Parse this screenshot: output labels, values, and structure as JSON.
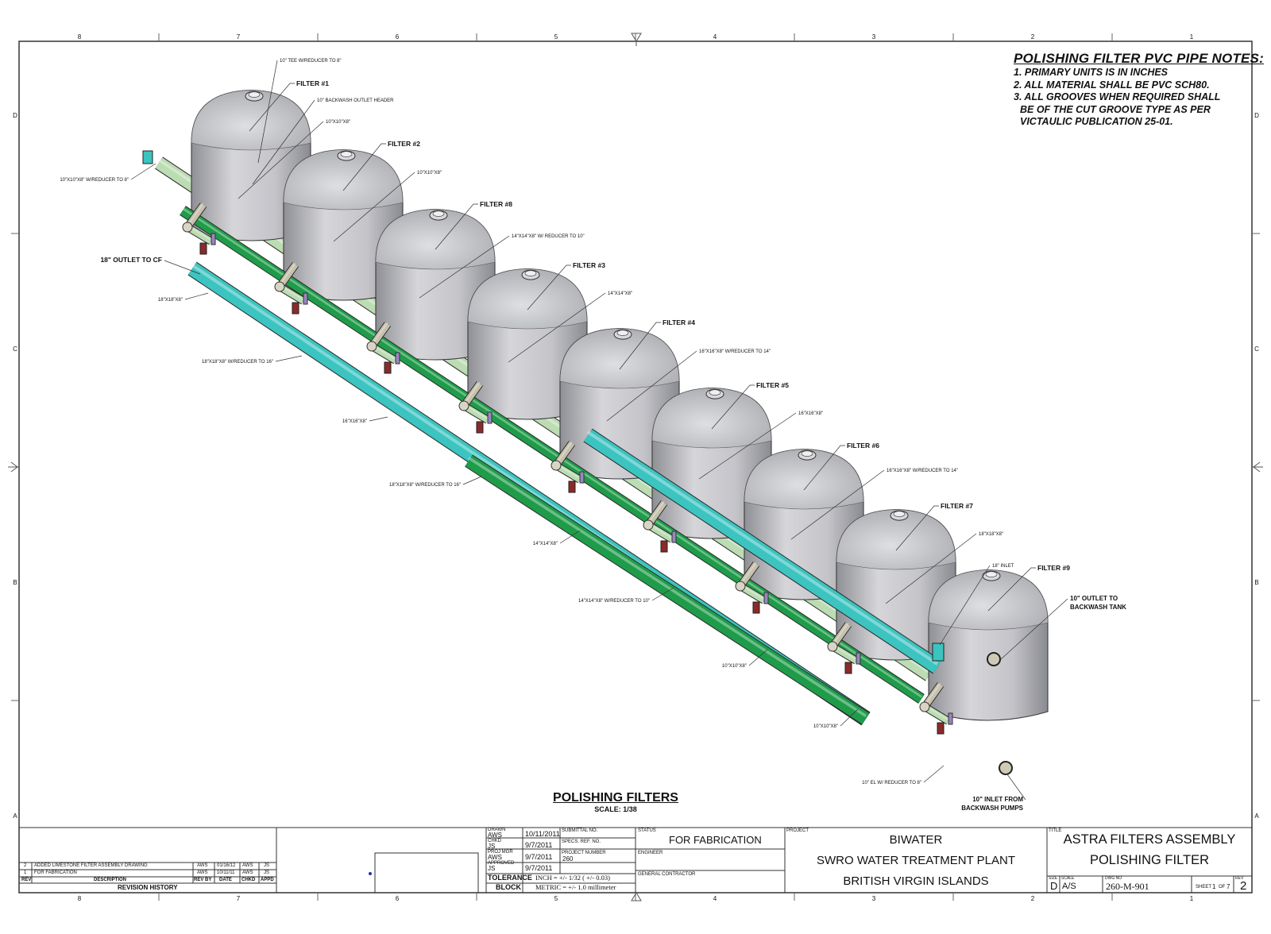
{
  "notes": {
    "heading": "POLISHING FILTER PVC PIPE NOTES:",
    "lines": [
      "1. PRIMARY UNITS IS IN INCHES",
      "2. ALL MATERIAL SHALL BE PVC SCH80.",
      "3. ALL GROOVES WHEN REQUIRED SHALL",
      "BE OF THE CUT GROOVE TYPE AS PER",
      "VICTAULIC PUBLICATION 25-01."
    ]
  },
  "view_title": {
    "title": "POLISHING FILTERS",
    "scale": "SCALE: 1/38"
  },
  "border": {
    "columns": [
      "8",
      "7",
      "6",
      "5",
      "4",
      "3",
      "2",
      "1"
    ],
    "rows": [
      "D",
      "C",
      "B",
      "A"
    ]
  },
  "filters": [
    "FILTER #1",
    "FILTER #2",
    "FILTER #8",
    "FILTER #3",
    "FILTER #4",
    "FILTER #5",
    "FILTER #6",
    "FILTER #7",
    "FILTER #9"
  ],
  "callouts": [
    "10\" TEE W/REDUCER TO 8\"",
    "10\" BACKWASH OUTLET HEADER",
    "10\"X10\"X8\"",
    "10\"X10\"X8\" W/REDUCER TO 8\"",
    "10\"X10\"X8\"",
    "18\" OUTLET TO CF",
    "14\"X14\"X8\" W/ REDUCER TO 10\"",
    "18\"X18\"X8\"",
    "14\"X14\"X8\"",
    "18\"X18\"X8\" W/REDUCER TO 16\"",
    "16\"X16\"X8\" W/REDUCER TO 14\"",
    "16\"X16\"X8\"",
    "16\"X16\"X8\"",
    "18\"X18\"X8\" W/REDUCER TO 16\"",
    "16\"X16\"X8\" W/REDUCER TO 14\"",
    "18\"X18\"X8\"",
    "14\"X14\"X8\"",
    "18\" INLET",
    "10\" OUTLET TO",
    "BACKWASH TANK",
    "14\"X14\"X8\" W/REDUCER TO 10\"",
    "10\"X10\"X8\"",
    "10\"X10\"X8\"",
    "10\" EL W/ REDUCER TO 8\"",
    "10\" INLET FROM",
    "BACKWASH PUMPS"
  ],
  "revisions": {
    "rows": [
      {
        "rev": "2",
        "description": "ADDED LIMESTONE FILTER ASSEMBLY DRAWING",
        "by": "AWS",
        "date": "01/16/12",
        "chkd": "AWS",
        "appd": "JS"
      },
      {
        "rev": "1",
        "description": "FOR FABRICATION",
        "by": "AWS",
        "date": "10/11/11",
        "chkd": "AWS",
        "appd": "JS"
      }
    ],
    "headers": [
      "REV",
      "DESCRIPTION",
      "REV BY",
      "DATE",
      "CHKD",
      "APPD"
    ],
    "title": "REVISION HISTORY"
  },
  "signoff": {
    "drawn_label": "DRAWN",
    "drawn": "AWS",
    "drawn_date": "10/11/2011",
    "chkd_label": "CHKD",
    "chkd": "JS",
    "chkd_date": "9/7/2011",
    "mgr_label": "PROJ MGR",
    "mgr": "AWS",
    "mgr_date": "9/7/2011",
    "appd_label": "APPROVED",
    "appd": "JS",
    "appd_date": "9/7/2011",
    "submittal_label": "SUBMITTAL NO.",
    "specs_label": "SPECS. REF. NO.",
    "project_number_label": "PROJECT NUMBER",
    "project_number": "260",
    "tolerance": "TOLERANCE",
    "block": "BLOCK",
    "inch": "INCH = +/- 1/32 ( +/- 0.03)",
    "metric": "METRIC = +/- 1.0 millimeter"
  },
  "status": {
    "status_label": "STATUS",
    "status": "FOR FABRICATION",
    "engineer_label": "ENGINEER",
    "gc_label": "GENERAL CONTRACTOR"
  },
  "project": {
    "label": "PROJECT",
    "line1": "BIWATER",
    "line2": "SWRO WATER TREATMENT PLANT",
    "line3": "BRITISH VIRGIN ISLANDS"
  },
  "title_block": {
    "label": "TITLE",
    "line1": "ASTRA FILTERS ASSEMBLY",
    "line2": "POLISHING FILTER",
    "size_label": "SIZE",
    "size": "D",
    "scale_label": "SCALE",
    "scale": "A/S",
    "dwg_label": "DWG NO",
    "dwg": "260-M-901",
    "sheet_label": "SHEET",
    "sheet_of": "OF",
    "sheet": "1",
    "sheet_total": "7",
    "rev_label": "REV",
    "rev": "2"
  },
  "colors": {
    "tank": "#c9c9cd",
    "pipe_tan": "#c7c2ad",
    "pipe_lightgreen": "#bcdcb3",
    "pipe_cyan": "#3cc4c0",
    "pipe_green": "#1f9c4a",
    "line": "#222222"
  }
}
